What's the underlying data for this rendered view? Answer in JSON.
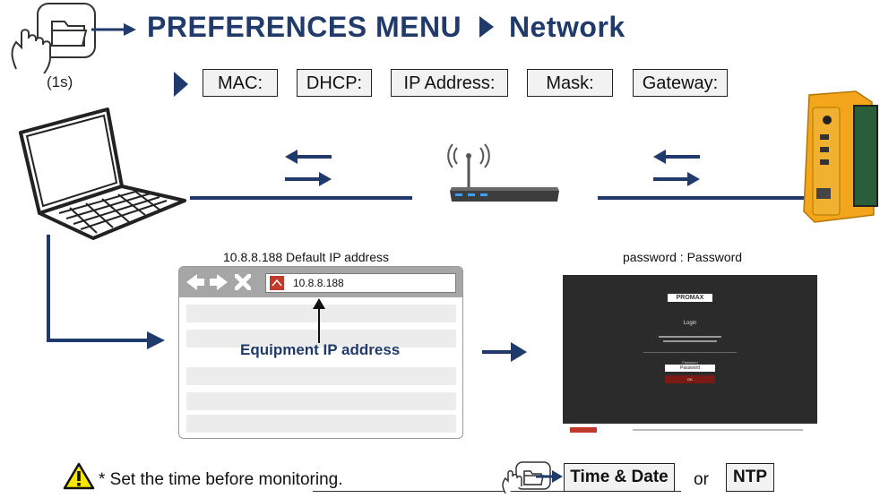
{
  "header": {
    "title": "PREFERENCES MENU",
    "subtitle": "Network",
    "hold_time": "(1s)"
  },
  "fields": [
    "MAC:",
    "DHCP:",
    "IP Address:",
    "Mask:",
    "Gateway:"
  ],
  "browser": {
    "caption": "10.8.8.188 Default IP address",
    "url": "10.8.8.188",
    "annotation": "Equipment IP address"
  },
  "login": {
    "caption": "password : Password",
    "brand": "PROMAX",
    "heading": "Login",
    "password_label": "Password",
    "password_value": "Password",
    "button_label": "OK"
  },
  "footer": {
    "warning_text": "* Set the time before monitoring.",
    "time_date_label": "Time & Date",
    "or_text": "or",
    "ntp_label": "NTP"
  },
  "colors": {
    "navy": "#1f3a6b",
    "device_orange": "#f3a61c",
    "warning_yellow": "#f7e600",
    "login_red": "#7a1a14"
  }
}
